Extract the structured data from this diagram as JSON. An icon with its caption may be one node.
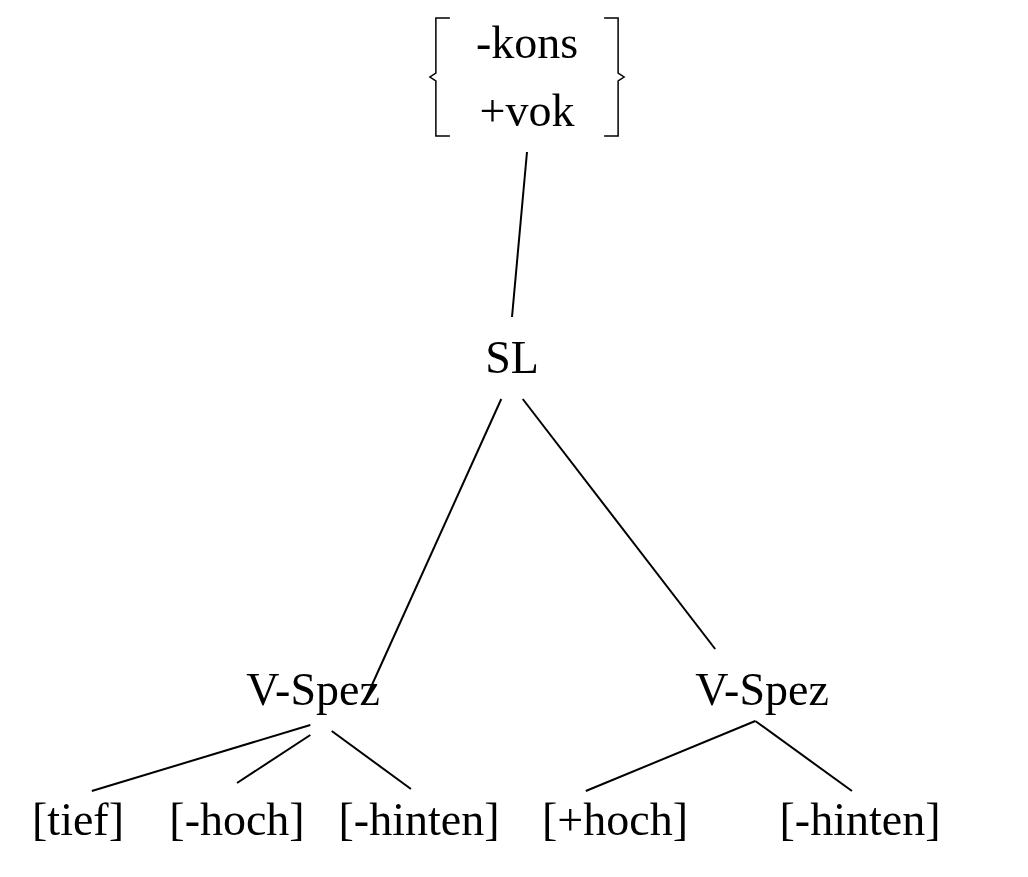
{
  "diagram": {
    "nodes": [
      {
        "text": [
          "-kons",
          "+vok"
        ]
      },
      {
        "text": [
          "SL"
        ]
      },
      {
        "text": [
          "V-Spez"
        ]
      },
      {
        "text": [
          "V-Spez"
        ]
      },
      {
        "text": [
          "[tief]"
        ]
      },
      {
        "text": [
          "[-hoch]"
        ]
      },
      {
        "text": [
          "[-hinten]"
        ]
      },
      {
        "text": [
          "[+hoch]"
        ]
      },
      {
        "text": [
          "[-hinten]"
        ]
      }
    ],
    "edges": [
      {
        "from": 0,
        "to": 1,
        "arrow": "none"
      },
      {
        "from": 1,
        "to": 2,
        "arrow": "none"
      },
      {
        "from": 1,
        "to": 3,
        "arrow": "none"
      },
      {
        "from": 2,
        "to": 4,
        "arrow": "none"
      },
      {
        "from": 2,
        "to": 5,
        "arrow": "none"
      },
      {
        "from": 2,
        "to": 6,
        "arrow": "none"
      },
      {
        "from": 3,
        "to": 7,
        "arrow": "none"
      },
      {
        "from": 3,
        "to": 8,
        "arrow": "none"
      }
    ]
  }
}
